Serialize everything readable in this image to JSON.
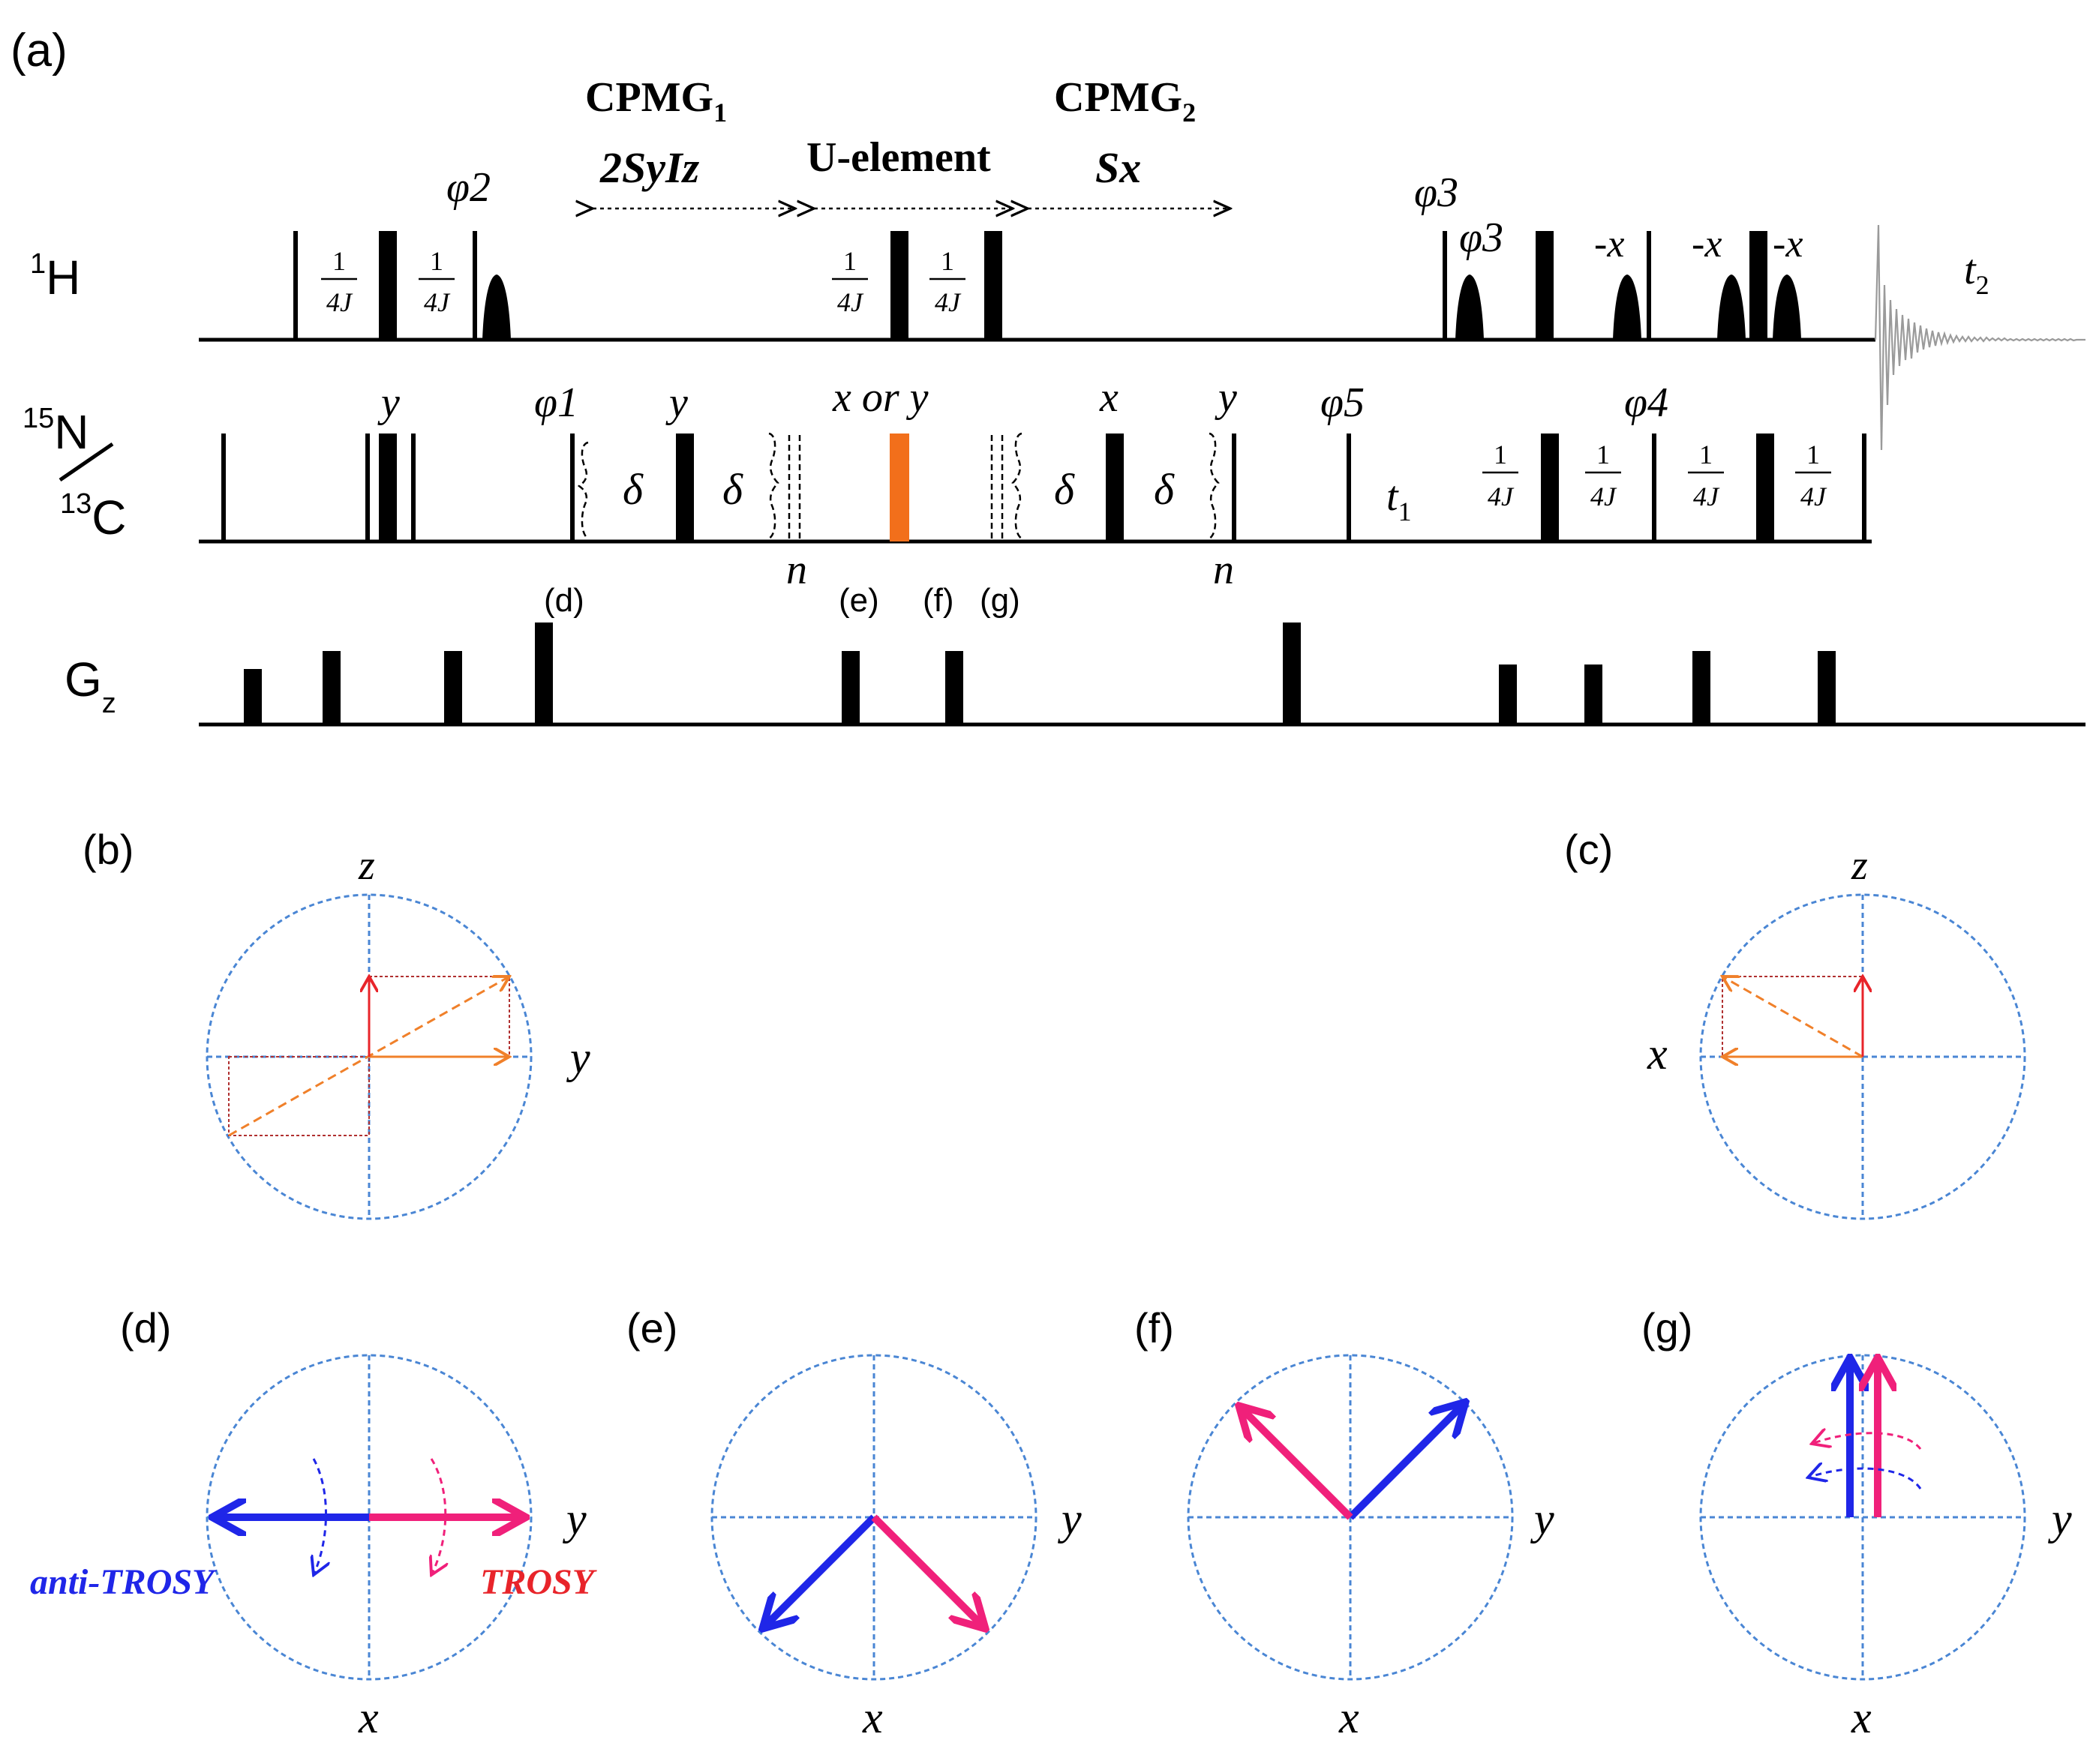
{
  "colors": {
    "black": "#000000",
    "orange_pulse": "#f26f1b",
    "circle": "#4a86d4",
    "red": "#e8242a",
    "orange_dash": "#f0802a",
    "dark_red": "#b03030",
    "blue_vector": "#1f26e8",
    "pink_vector": "#f0207a",
    "fid": "#9a9a9a"
  },
  "panel_a": {
    "label": "(a)",
    "channels": {
      "h": "1H",
      "h_sup": "1",
      "h_main": "H",
      "nc_n_sup": "15",
      "nc_n": "N",
      "nc_c_sup": "13",
      "nc_c": "C",
      "gz_main": "G",
      "gz_sub": "z"
    },
    "block_titles": {
      "cpmg1_main": "CPMG",
      "cpmg1_sub": "1",
      "cpmg1_term": "2SyIz",
      "u_element": "U-element",
      "cpmg2_main": "CPMG",
      "cpmg2_sub": "2",
      "cpmg2_term": "Sx"
    },
    "h_labels": {
      "phi2": "φ2",
      "phi3a": "φ3",
      "phi3b": "φ3",
      "mx1": "-x",
      "mx2": "-x",
      "mx3": "-x",
      "t2_main": "t",
      "t2_sub": "2"
    },
    "frac": {
      "num": "1",
      "den": "4J"
    },
    "nc_labels": {
      "y1": "y",
      "phi1": "φ1",
      "y2": "y",
      "x_or_y": "x or y",
      "x1": "x",
      "y3": "y",
      "phi5": "φ5",
      "t1_main": "t",
      "t1_sub": "1",
      "phi4": "φ4",
      "delta": "δ",
      "n": "n"
    },
    "points": {
      "d": "(d)",
      "e": "(e)",
      "f": "(f)",
      "g": "(g)"
    }
  },
  "panel_b": {
    "label": "(b)",
    "axis_top": "z",
    "axis_right": "y"
  },
  "panel_c": {
    "label": "(c)",
    "axis_top": "z",
    "axis_left": "x"
  },
  "panel_d": {
    "label": "(d)",
    "axis_right": "y",
    "axis_bottom": "x",
    "anti_trosy": "anti-TROSY",
    "trosy": "TROSY"
  },
  "panel_e": {
    "label": "(e)",
    "axis_right": "y",
    "axis_bottom": "x"
  },
  "panel_f": {
    "label": "(f)",
    "axis_right": "y",
    "axis_bottom": "x"
  },
  "panel_g": {
    "label": "(g)",
    "axis_right": "y",
    "axis_bottom": "x"
  }
}
